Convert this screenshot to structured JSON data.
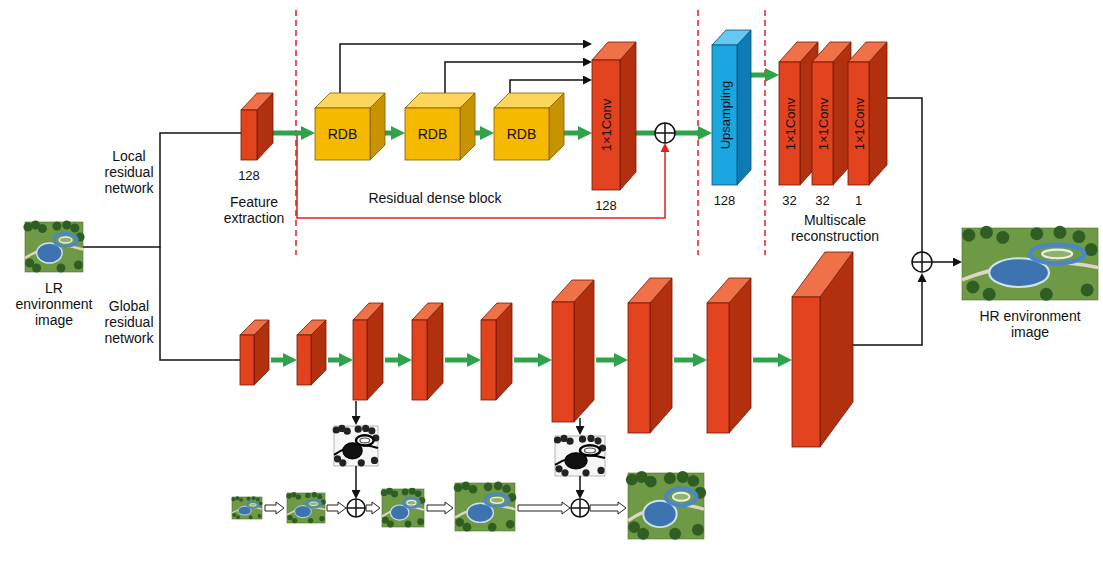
{
  "diagram": {
    "nodes": [
      {
        "text": [
          "LR environment image"
        ]
      },
      {
        "text": [
          "128"
        ]
      },
      {
        "text": [
          "RDB"
        ]
      },
      {
        "text": [
          "RDB"
        ]
      },
      {
        "text": [
          "RDB"
        ]
      },
      {
        "text": [
          "1×1Conv",
          "128"
        ]
      },
      {
        "text": [
          "Upsampling",
          "128"
        ]
      },
      {
        "text": [
          "1×1Conv",
          "32"
        ]
      },
      {
        "text": [
          "1×1Conv",
          "32"
        ]
      },
      {
        "text": [
          "1×1Conv",
          "1"
        ]
      },
      {
        "text": [
          "HR environment image"
        ]
      }
    ],
    "edges": [
      {
        "from": 0,
        "to": 1,
        "arrow": "none"
      },
      {
        "from": 1,
        "to": 2,
        "arrow": "to"
      },
      {
        "from": 2,
        "to": 3,
        "arrow": "to"
      },
      {
        "from": 3,
        "to": 4,
        "arrow": "to"
      },
      {
        "from": 4,
        "to": 5,
        "arrow": "to"
      },
      {
        "from": 2,
        "to": 5,
        "arrow": "to"
      },
      {
        "from": 3,
        "to": 5,
        "arrow": "to"
      },
      {
        "from": 4,
        "to": 5,
        "arrow": "to"
      },
      {
        "from": 5,
        "to": 6,
        "arrow": "to"
      },
      {
        "from": 6,
        "to": 7,
        "arrow": "to"
      },
      {
        "from": 9,
        "to": 10,
        "arrow": "to"
      }
    ],
    "labels": [
      "Local residual network",
      "Global residual network",
      "Feature extraction",
      "Residual dense block",
      "Multiscale reconstruction"
    ]
  }
}
